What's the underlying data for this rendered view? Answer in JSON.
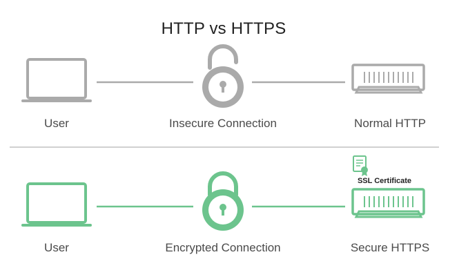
{
  "title": "HTTP vs HTTPS",
  "colors": {
    "insecure": "#aaaaaa",
    "secure": "#6cc48d",
    "text": "#4a4a4a"
  },
  "rows": {
    "http": {
      "user_label": "User",
      "connection_label": "Insecure Connection",
      "server_label": "Normal HTTP",
      "icons": [
        "laptop-icon",
        "unlocked-padlock-icon",
        "server-icon"
      ]
    },
    "https": {
      "user_label": "User",
      "connection_label": "Encrypted Connection",
      "server_label": "Secure HTTPS",
      "certificate_label": "SSL Certificate",
      "icons": [
        "laptop-icon",
        "locked-padlock-icon",
        "certificate-icon",
        "server-icon"
      ]
    }
  }
}
